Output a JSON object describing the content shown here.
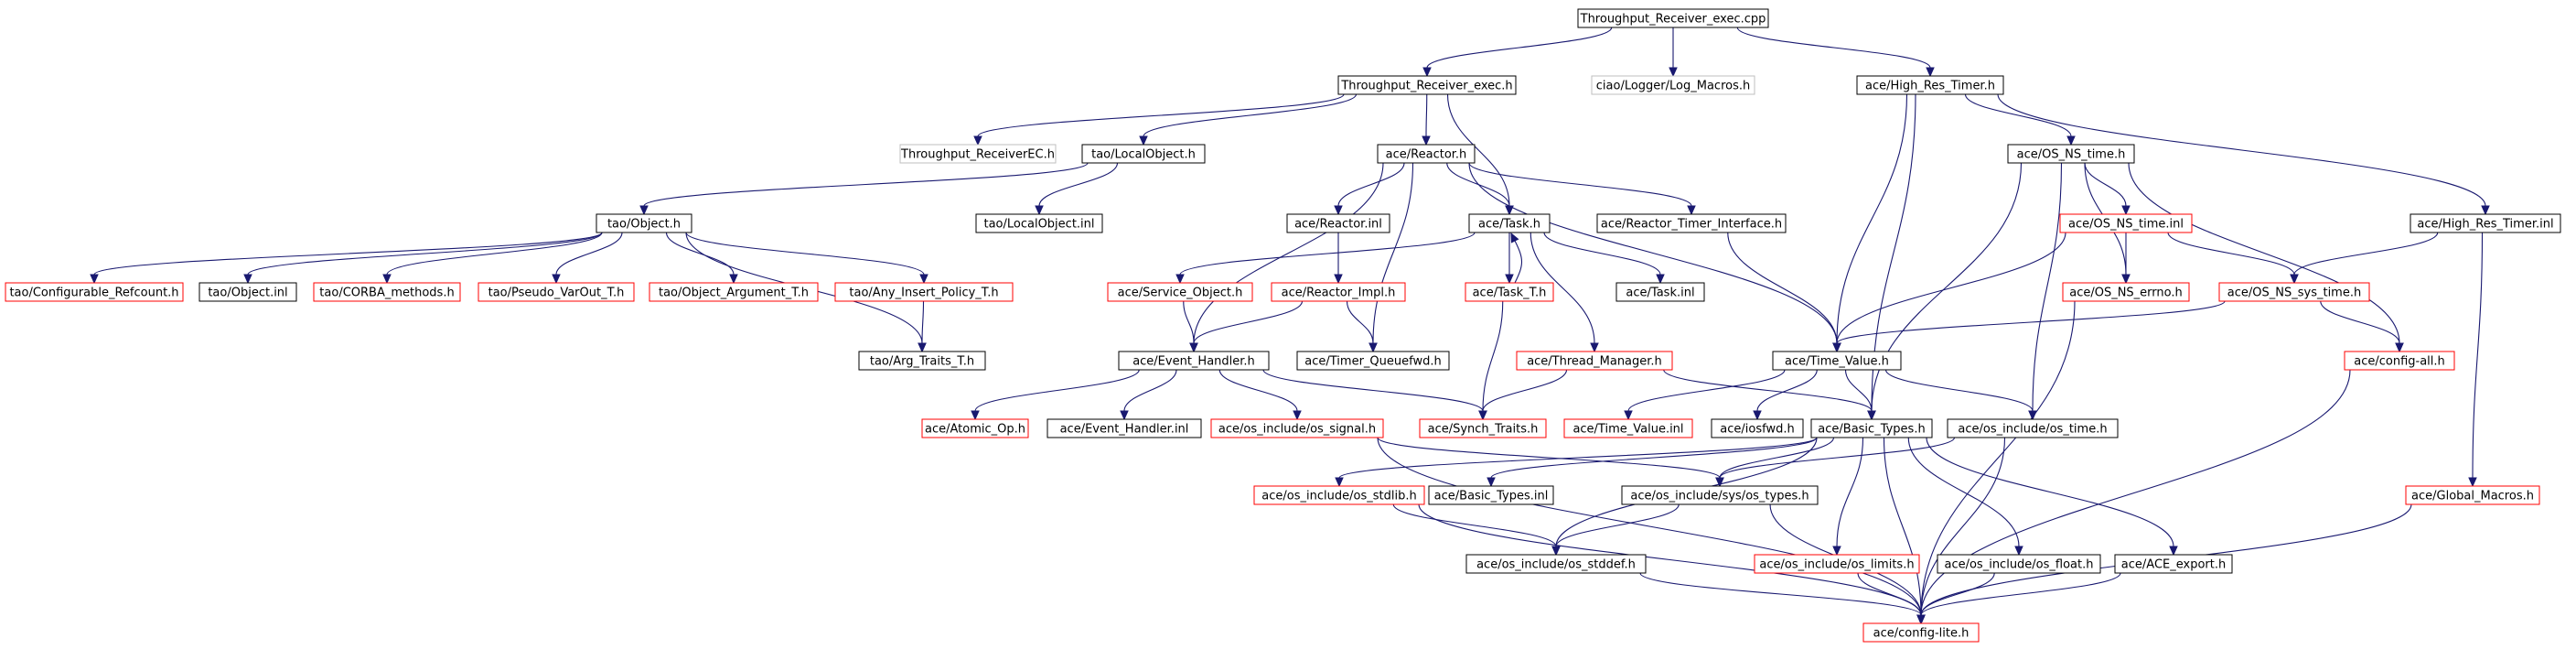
{
  "colors": {
    "edge": "#191970",
    "border_black": "#000000",
    "border_red": "#ff0000",
    "border_gray": "#bfbfbf",
    "root_fill": "#bfbfbf"
  },
  "nodes": {
    "root": {
      "label": "Throughput_Receiver_exec.cpp",
      "border": "black",
      "root": true
    },
    "recv_exec_h": {
      "label": "Throughput_Receiver_exec.h",
      "border": "black"
    },
    "log_macros": {
      "label": "ciao/Logger/Log_Macros.h",
      "border": "gray"
    },
    "hrt_h": {
      "label": "ace/High_Res_Timer.h",
      "border": "black"
    },
    "recv_ec": {
      "label": "Throughput_ReceiverEC.h",
      "border": "gray"
    },
    "localobj_h": {
      "label": "tao/LocalObject.h",
      "border": "black"
    },
    "reactor_h": {
      "label": "ace/Reactor.h",
      "border": "black"
    },
    "os_ns_time_h": {
      "label": "ace/OS_NS_time.h",
      "border": "black"
    },
    "object_h": {
      "label": "tao/Object.h",
      "border": "black"
    },
    "localobj_inl": {
      "label": "tao/LocalObject.inl",
      "border": "black"
    },
    "reactor_inl": {
      "label": "ace/Reactor.inl",
      "border": "black"
    },
    "task_h": {
      "label": "ace/Task.h",
      "border": "black"
    },
    "rti_h": {
      "label": "ace/Reactor_Timer_Interface.h",
      "border": "black"
    },
    "os_ns_time_inl": {
      "label": "ace/OS_NS_time.inl",
      "border": "red"
    },
    "hrt_inl": {
      "label": "ace/High_Res_Timer.inl",
      "border": "black"
    },
    "cfg_refcount": {
      "label": "tao/Configurable_Refcount.h",
      "border": "red"
    },
    "object_inl": {
      "label": "tao/Object.inl",
      "border": "black"
    },
    "corba_methods": {
      "label": "tao/CORBA_methods.h",
      "border": "red"
    },
    "pseudo_varout": {
      "label": "tao/Pseudo_VarOut_T.h",
      "border": "red"
    },
    "object_arg": {
      "label": "tao/Object_Argument_T.h",
      "border": "red"
    },
    "any_insert": {
      "label": "tao/Any_Insert_Policy_T.h",
      "border": "red"
    },
    "service_obj": {
      "label": "ace/Service_Object.h",
      "border": "red"
    },
    "reactor_impl": {
      "label": "ace/Reactor_Impl.h",
      "border": "red"
    },
    "task_t": {
      "label": "ace/Task_T.h",
      "border": "red"
    },
    "task_inl": {
      "label": "ace/Task.inl",
      "border": "black"
    },
    "os_ns_errno": {
      "label": "ace/OS_NS_errno.h",
      "border": "red"
    },
    "os_ns_sys_time": {
      "label": "ace/OS_NS_sys_time.h",
      "border": "red"
    },
    "arg_traits": {
      "label": "tao/Arg_Traits_T.h",
      "border": "black"
    },
    "event_handler": {
      "label": "ace/Event_Handler.h",
      "border": "black"
    },
    "timer_qfwd": {
      "label": "ace/Timer_Queuefwd.h",
      "border": "black"
    },
    "thread_mgr": {
      "label": "ace/Thread_Manager.h",
      "border": "red"
    },
    "time_value_h": {
      "label": "ace/Time_Value.h",
      "border": "black"
    },
    "config_all": {
      "label": "ace/config-all.h",
      "border": "red"
    },
    "atomic_op": {
      "label": "ace/Atomic_Op.h",
      "border": "red"
    },
    "eh_inl": {
      "label": "ace/Event_Handler.inl",
      "border": "black"
    },
    "os_signal": {
      "label": "ace/os_include/os_signal.h",
      "border": "red"
    },
    "synch_traits": {
      "label": "ace/Synch_Traits.h",
      "border": "red"
    },
    "time_value_inl": {
      "label": "ace/Time_Value.inl",
      "border": "red"
    },
    "iosfwd": {
      "label": "ace/iosfwd.h",
      "border": "black"
    },
    "basic_types_h": {
      "label": "ace/Basic_Types.h",
      "border": "black"
    },
    "os_time": {
      "label": "ace/os_include/os_time.h",
      "border": "black"
    },
    "os_stdlib": {
      "label": "ace/os_include/os_stdlib.h",
      "border": "red"
    },
    "basic_types_inl": {
      "label": "ace/Basic_Types.inl",
      "border": "black"
    },
    "sys_types": {
      "label": "ace/os_include/sys/os_types.h",
      "border": "black"
    },
    "global_macros": {
      "label": "ace/Global_Macros.h",
      "border": "red"
    },
    "os_stddef": {
      "label": "ace/os_include/os_stddef.h",
      "border": "black"
    },
    "os_limits": {
      "label": "ace/os_include/os_limits.h",
      "border": "red"
    },
    "os_float": {
      "label": "ace/os_include/os_float.h",
      "border": "black"
    },
    "ace_export": {
      "label": "ace/ACE_export.h",
      "border": "black"
    },
    "config_lite": {
      "label": "ace/config-lite.h",
      "border": "red"
    }
  },
  "edges": [
    [
      "root",
      "recv_exec_h"
    ],
    [
      "root",
      "log_macros"
    ],
    [
      "root",
      "hrt_h"
    ],
    [
      "recv_exec_h",
      "recv_ec"
    ],
    [
      "recv_exec_h",
      "localobj_h"
    ],
    [
      "recv_exec_h",
      "reactor_h"
    ],
    [
      "recv_exec_h",
      "task_h"
    ],
    [
      "hrt_h",
      "os_ns_time_h"
    ],
    [
      "hrt_h",
      "hrt_inl"
    ],
    [
      "hrt_h",
      "time_value_h"
    ],
    [
      "hrt_h",
      "basic_types_h"
    ],
    [
      "localobj_h",
      "object_h"
    ],
    [
      "localobj_h",
      "localobj_inl"
    ],
    [
      "object_h",
      "cfg_refcount"
    ],
    [
      "object_h",
      "object_inl"
    ],
    [
      "object_h",
      "corba_methods"
    ],
    [
      "object_h",
      "pseudo_varout"
    ],
    [
      "object_h",
      "object_arg"
    ],
    [
      "object_h",
      "any_insert"
    ],
    [
      "object_h",
      "arg_traits"
    ],
    [
      "any_insert",
      "arg_traits"
    ],
    [
      "reactor_h",
      "reactor_inl"
    ],
    [
      "reactor_h",
      "task_h"
    ],
    [
      "reactor_h",
      "rti_h"
    ],
    [
      "reactor_h",
      "event_handler"
    ],
    [
      "reactor_h",
      "timer_qfwd"
    ],
    [
      "reactor_h",
      "time_value_h"
    ],
    [
      "reactor_inl",
      "reactor_impl"
    ],
    [
      "reactor_impl",
      "event_handler"
    ],
    [
      "reactor_impl",
      "timer_qfwd"
    ],
    [
      "task_h",
      "service_obj"
    ],
    [
      "task_h",
      "task_t"
    ],
    [
      "task_h",
      "task_inl"
    ],
    [
      "task_h",
      "thread_mgr"
    ],
    [
      "task_t",
      "task_h"
    ],
    [
      "task_t",
      "synch_traits"
    ],
    [
      "service_obj",
      "event_handler"
    ],
    [
      "rti_h",
      "time_value_h"
    ],
    [
      "os_ns_time_h",
      "os_ns_time_inl"
    ],
    [
      "os_ns_time_h",
      "os_ns_errno"
    ],
    [
      "os_ns_time_h",
      "basic_types_h"
    ],
    [
      "os_ns_time_h",
      "os_time"
    ],
    [
      "os_ns_time_h",
      "config_all"
    ],
    [
      "os_ns_time_inl",
      "os_ns_errno"
    ],
    [
      "os_ns_time_inl",
      "os_ns_sys_time"
    ],
    [
      "os_ns_time_inl",
      "time_value_h"
    ],
    [
      "hrt_inl",
      "os_ns_sys_time"
    ],
    [
      "hrt_inl",
      "global_macros"
    ],
    [
      "os_ns_sys_time",
      "time_value_h"
    ],
    [
      "os_ns_sys_time",
      "config_all"
    ],
    [
      "thread_mgr",
      "synch_traits"
    ],
    [
      "thread_mgr",
      "basic_types_h"
    ],
    [
      "event_handler",
      "atomic_op"
    ],
    [
      "event_handler",
      "eh_inl"
    ],
    [
      "event_handler",
      "os_signal"
    ],
    [
      "event_handler",
      "synch_traits"
    ],
    [
      "time_value_h",
      "time_value_inl"
    ],
    [
      "time_value_h",
      "iosfwd"
    ],
    [
      "time_value_h",
      "basic_types_h"
    ],
    [
      "time_value_h",
      "os_time"
    ],
    [
      "os_signal",
      "sys_types"
    ],
    [
      "os_signal",
      "config_lite"
    ],
    [
      "basic_types_h",
      "os_stdlib"
    ],
    [
      "basic_types_h",
      "basic_types_inl"
    ],
    [
      "basic_types_h",
      "sys_types"
    ],
    [
      "basic_types_h",
      "os_stddef"
    ],
    [
      "basic_types_h",
      "os_limits"
    ],
    [
      "basic_types_h",
      "os_float"
    ],
    [
      "basic_types_h",
      "ace_export"
    ],
    [
      "basic_types_h",
      "config_lite"
    ],
    [
      "os_time",
      "sys_types"
    ],
    [
      "os_time",
      "config_lite"
    ],
    [
      "os_stdlib",
      "os_stddef"
    ],
    [
      "os_stdlib",
      "config_lite"
    ],
    [
      "sys_types",
      "os_stddef"
    ],
    [
      "sys_types",
      "config_lite"
    ],
    [
      "os_stddef",
      "config_lite"
    ],
    [
      "os_limits",
      "config_lite"
    ],
    [
      "os_float",
      "config_lite"
    ],
    [
      "ace_export",
      "config_lite"
    ],
    [
      "config_all",
      "config_lite"
    ],
    [
      "global_macros",
      "config_lite"
    ],
    [
      "os_ns_errno",
      "config_lite"
    ]
  ]
}
